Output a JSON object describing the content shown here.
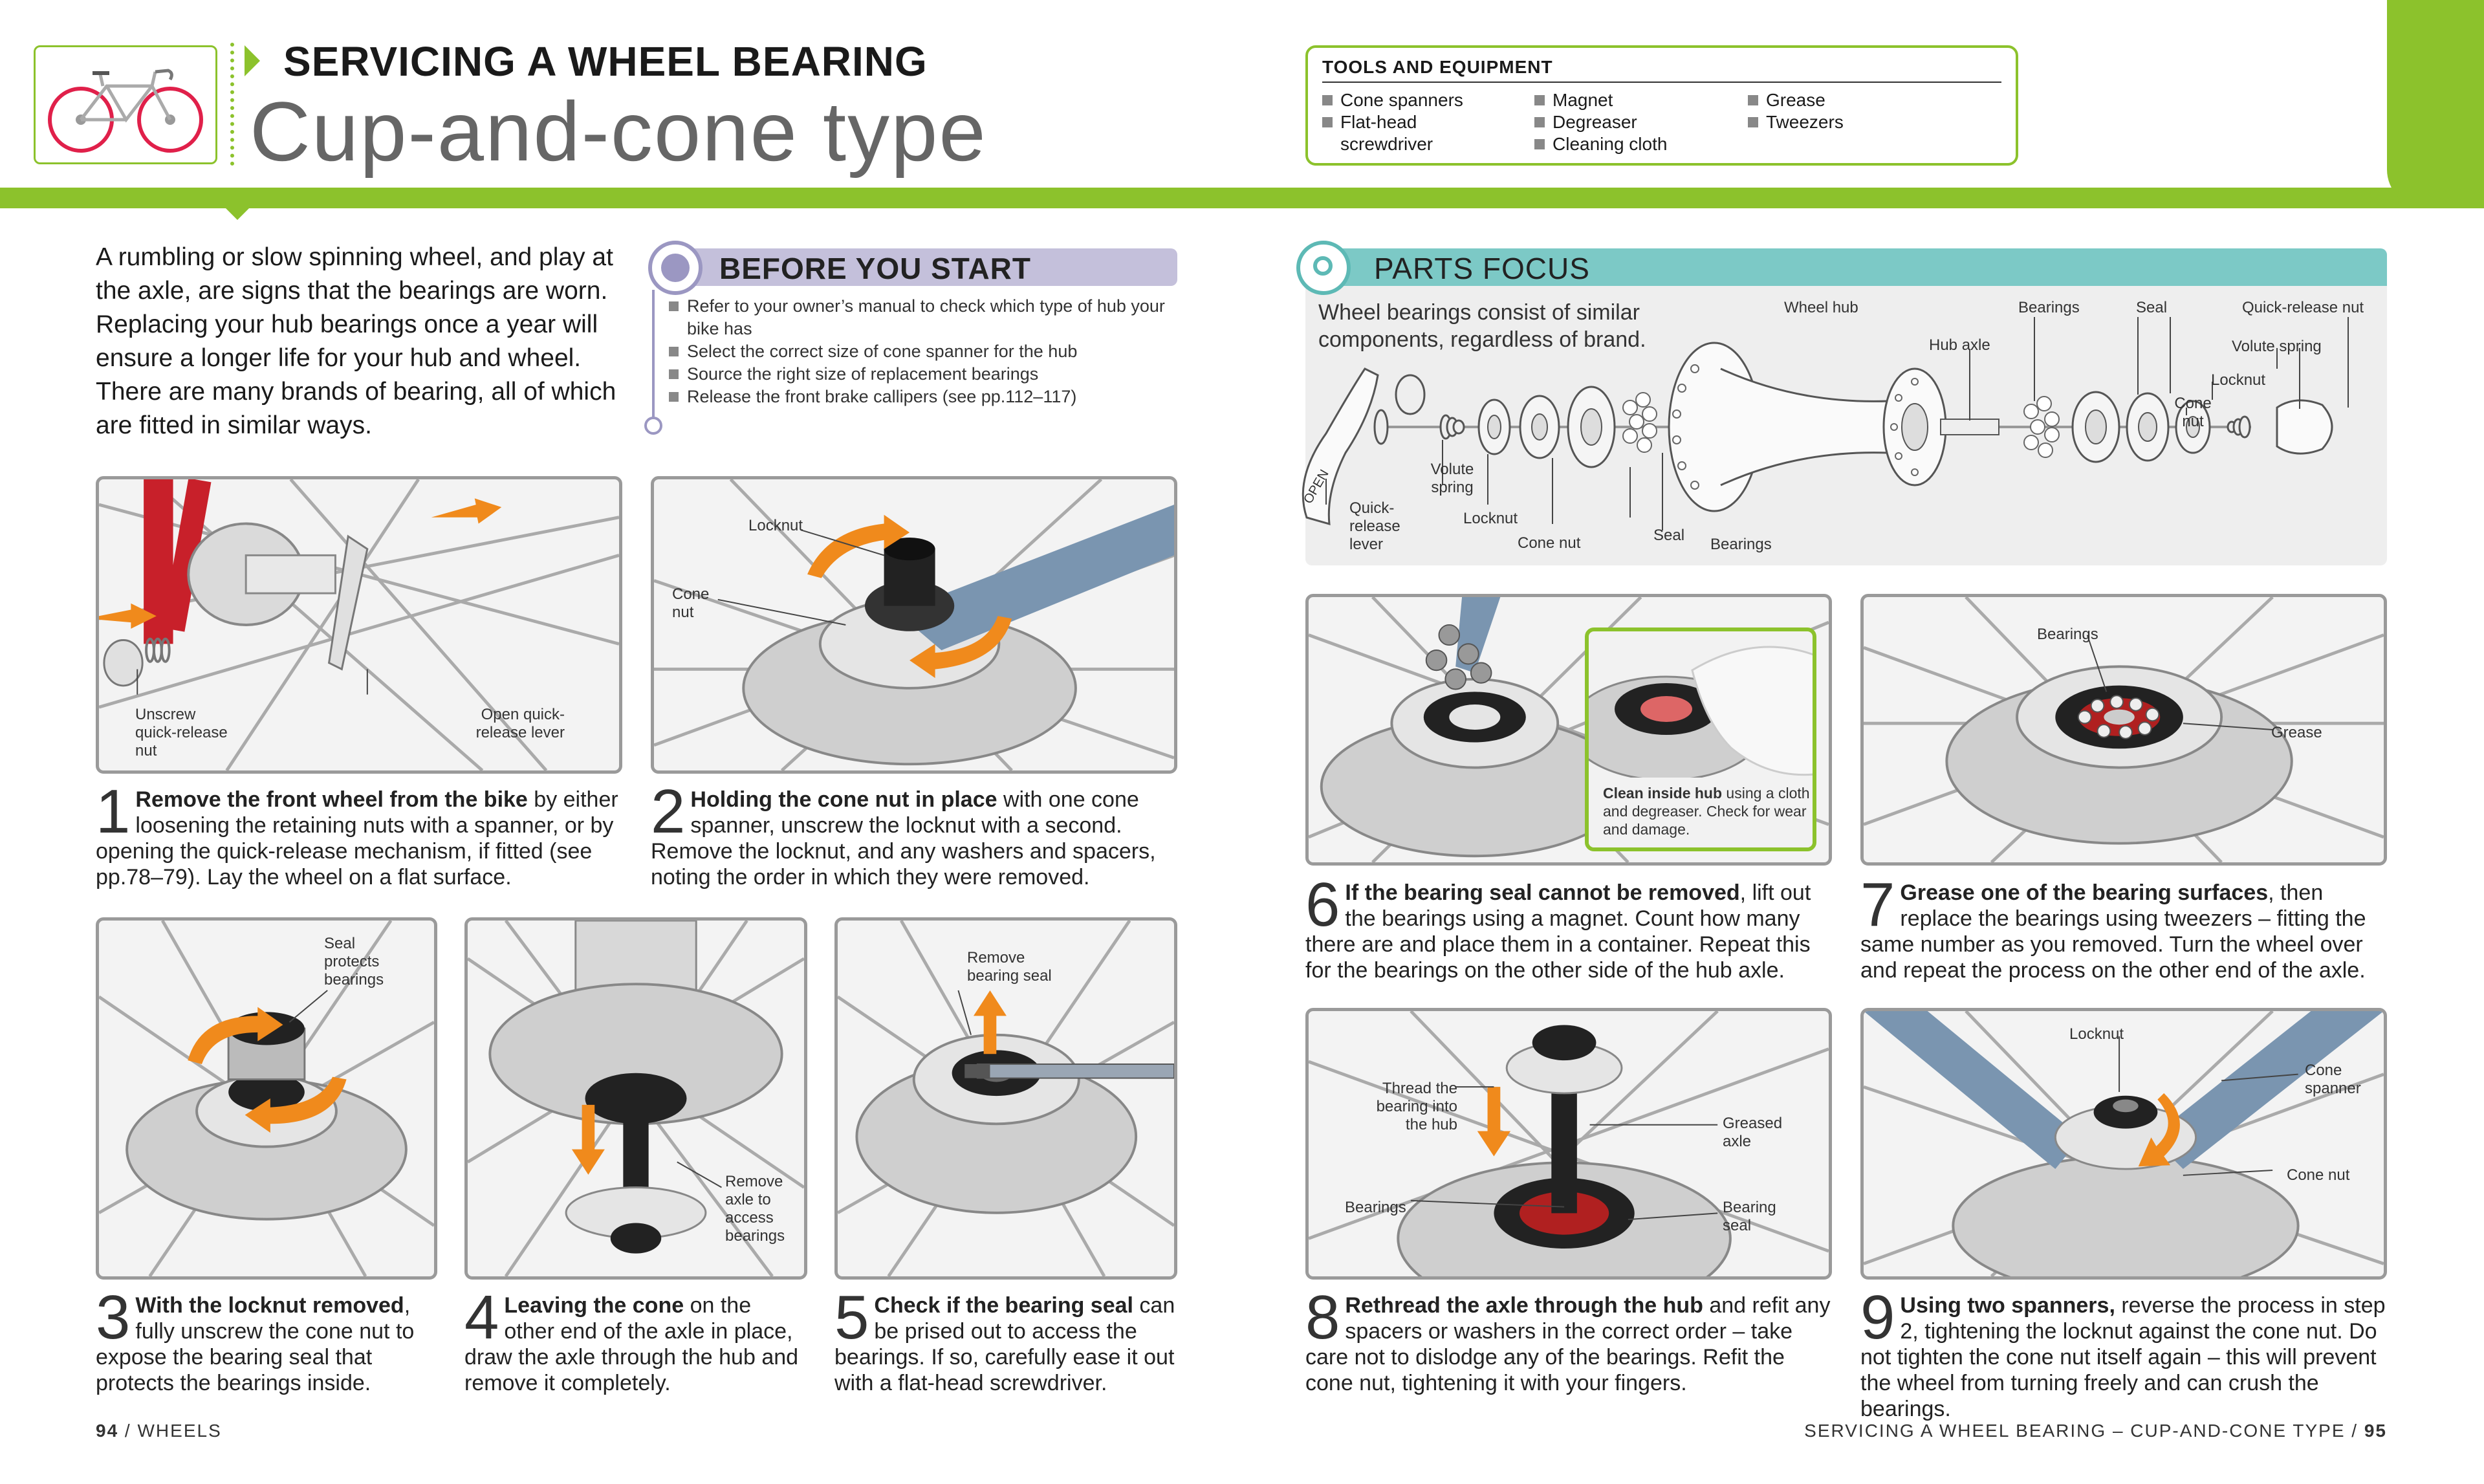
{
  "header": {
    "kicker": "SERVICING A WHEEL BEARING",
    "title": "Cup-and-cone type"
  },
  "tools": {
    "heading": "TOOLS AND EQUIPMENT",
    "col1": [
      "Cone spanners",
      "Flat-head screwdriver"
    ],
    "col2": [
      "Magnet",
      "Degreaser",
      "Cleaning cloth"
    ],
    "col3": [
      "Grease",
      "Tweezers"
    ]
  },
  "intro": "A rumbling or slow spinning wheel, and play at the axle, are signs that the bearings are worn. Replacing your hub bearings once a year will ensure a longer life for your hub and wheel. There are many brands of bearing, all of which are fitted in similar ways.",
  "before_you_start": {
    "title": "BEFORE YOU START",
    "items": [
      "Refer to your owner’s manual to check which type of hub your bike has",
      "Select the correct size of cone spanner for the hub",
      "Source the right size of replacement bearings",
      "Release the front brake callipers (see pp.112–117)"
    ]
  },
  "parts_focus": {
    "title": "PARTS FOCUS",
    "description": "Wheel bearings consist of similar components, regardless of brand.",
    "labels": {
      "wheel_hub": "Wheel hub",
      "bearings_top": "Bearings",
      "seal_top": "Seal",
      "qr_nut": "Quick-release nut",
      "hub_axle": "Hub axle",
      "volute_spring_right": "Volute spring",
      "locknut_right": "Locknut",
      "cone_nut_right": "Cone nut",
      "qr_lever": "Quick-release lever",
      "volute_spring_left": "Volute spring",
      "locknut_left": "Locknut",
      "cone_nut_left": "Cone nut",
      "seal_bottom": "Seal",
      "bearings_bottom": "Bearings",
      "lever_text": "OPEN"
    }
  },
  "steps": [
    {
      "num": "1",
      "bold": "Remove the front wheel from the bike",
      "text": " by either loosening the retaining nuts with a spanner, or by opening the quick-release mechanism, if fitted (see pp.78–79). Lay the wheel on a flat surface.",
      "labels": [
        "Unscrew quick-release nut",
        "Open quick-release lever"
      ]
    },
    {
      "num": "2",
      "bold": "Holding the cone nut in place",
      "text": " with one cone spanner, unscrew the locknut with a second. Remove the locknut, and any washers and spacers, noting the order in which they were removed.",
      "labels": [
        "Locknut",
        "Cone nut"
      ]
    },
    {
      "num": "3",
      "bold": "With the locknut removed",
      "text": ", fully unscrew the cone nut to expose the bearing seal that protects the bearings inside.",
      "labels": [
        "Seal protects bearings"
      ]
    },
    {
      "num": "4",
      "bold": "Leaving the cone",
      "text": " on the other end of the axle in place, draw the axle through the hub and remove it completely.",
      "labels": [
        "Remove axle to access bearings"
      ]
    },
    {
      "num": "5",
      "bold": "Check if the bearing seal",
      "text": " can be prised out to access the bearings. If so, carefully ease it out with a flat-head screwdriver.",
      "labels": [
        "Remove bearing seal"
      ]
    },
    {
      "num": "6",
      "bold": "If the bearing seal cannot be removed",
      "text": ", lift out the bearings using a magnet. Count how many there are and place them in a container. Repeat this for the bearings on the other side of the hub axle.",
      "inset_bold": "Clean inside hub",
      "inset_text": " using a cloth and degreaser. Check for wear and damage."
    },
    {
      "num": "7",
      "bold": "Grease one of the bearing surfaces",
      "text": ", then replace the bearings using tweezers – fitting the same number as you removed. Turn the wheel over and repeat the process on the other end of the axle.",
      "labels": [
        "Bearings",
        "Grease"
      ]
    },
    {
      "num": "8",
      "bold": "Rethread the axle through the hub",
      "text": " and refit any spacers or washers in the correct order – take care not to dislodge any of the bearings. Refit the cone nut, tightening it with your fingers.",
      "labels": [
        "Thread the bearing into the hub",
        "Greased axle",
        "Bearings",
        "Bearing seal"
      ]
    },
    {
      "num": "9",
      "bold": "Using two spanners,",
      "text": " reverse the process in step 2, tightening the locknut against the cone nut. Do not tighten the cone nut itself again – this will prevent the wheel from turning freely and can crush the bearings.",
      "labels": [
        "Locknut",
        "Cone spanner",
        "Cone nut"
      ]
    }
  ],
  "footer": {
    "left_page": "94",
    "left_section": "WHEELS",
    "right_section": "SERVICING A WHEEL BEARING – CUP-AND-CONE TYPE",
    "right_page": "95"
  },
  "colors": {
    "accent_green": "#8cc22c",
    "bys_purple": "#c4c0db",
    "parts_teal": "#7cc9c6",
    "arrow_orange": "#f08a1c",
    "frame_red": "#c8202a",
    "spanner_blue": "#7a95b0"
  }
}
